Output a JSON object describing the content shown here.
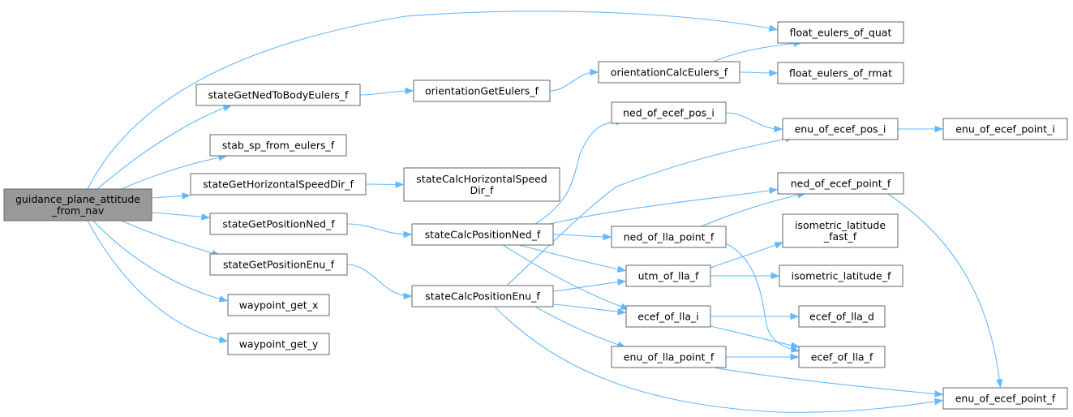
{
  "nodes": {
    "root": [
      "guidance_plane_attitude",
      "_from_nav"
    ],
    "float_eulers_of_quat": [
      "float_eulers_of_quat"
    ],
    "stateGetNedToBodyEulers_f": [
      "stateGetNedToBodyEulers_f"
    ],
    "orientationGetEulers_f": [
      "orientationGetEulers_f"
    ],
    "orientationCalcEulers_f": [
      "orientationCalcEulers_f"
    ],
    "float_eulers_of_rmat": [
      "float_eulers_of_rmat"
    ],
    "stab_sp_from_eulers_f": [
      "stab_sp_from_eulers_f"
    ],
    "ned_of_ecef_pos_i": [
      "ned_of_ecef_pos_i"
    ],
    "enu_of_ecef_pos_i": [
      "enu_of_ecef_pos_i"
    ],
    "enu_of_ecef_point_i": [
      "enu_of_ecef_point_i"
    ],
    "stateGetHorizontalSpeedDir_f": [
      "stateGetHorizontalSpeedDir_f"
    ],
    "stateCalcHorizontalSpeedDir_f": [
      "stateCalcHorizontalSpeed",
      "Dir_f"
    ],
    "ned_of_ecef_point_f": [
      "ned_of_ecef_point_f"
    ],
    "stateGetPositionNed_f": [
      "stateGetPositionNed_f"
    ],
    "isometric_latitude_fast_f": [
      "isometric_latitude",
      "_fast_f"
    ],
    "stateCalcPositionNed_f": [
      "stateCalcPositionNed_f"
    ],
    "ned_of_lla_point_f": [
      "ned_of_lla_point_f"
    ],
    "stateGetPositionEnu_f": [
      "stateGetPositionEnu_f"
    ],
    "utm_of_lla_f": [
      "utm_of_lla_f"
    ],
    "isometric_latitude_f": [
      "isometric_latitude_f"
    ],
    "stateCalcPositionEnu_f": [
      "stateCalcPositionEnu_f"
    ],
    "waypoint_get_x": [
      "waypoint_get_x"
    ],
    "ecef_of_lla_i": [
      "ecef_of_lla_i"
    ],
    "ecef_of_lla_d": [
      "ecef_of_lla_d"
    ],
    "waypoint_get_y": [
      "waypoint_get_y"
    ],
    "enu_of_lla_point_f": [
      "enu_of_lla_point_f"
    ],
    "ecef_of_lla_f": [
      "ecef_of_lla_f"
    ],
    "enu_of_ecef_point_f": [
      "enu_of_ecef_point_f"
    ]
  },
  "edges": [
    [
      "root",
      "float_eulers_of_quat"
    ],
    [
      "root",
      "stateGetNedToBodyEulers_f"
    ],
    [
      "root",
      "stab_sp_from_eulers_f"
    ],
    [
      "root",
      "stateGetHorizontalSpeedDir_f"
    ],
    [
      "root",
      "stateGetPositionNed_f"
    ],
    [
      "root",
      "stateGetPositionEnu_f"
    ],
    [
      "root",
      "waypoint_get_x"
    ],
    [
      "root",
      "waypoint_get_y"
    ],
    [
      "stateGetNedToBodyEulers_f",
      "orientationGetEulers_f"
    ],
    [
      "orientationGetEulers_f",
      "orientationCalcEulers_f"
    ],
    [
      "orientationCalcEulers_f",
      "float_eulers_of_quat"
    ],
    [
      "orientationCalcEulers_f",
      "float_eulers_of_rmat"
    ],
    [
      "stateGetHorizontalSpeedDir_f",
      "stateCalcHorizontalSpeedDir_f"
    ],
    [
      "stateGetPositionNed_f",
      "stateCalcPositionNed_f"
    ],
    [
      "stateGetPositionEnu_f",
      "stateCalcPositionEnu_f"
    ],
    [
      "stateCalcPositionNed_f",
      "ned_of_ecef_pos_i"
    ],
    [
      "stateCalcPositionNed_f",
      "ned_of_ecef_point_f"
    ],
    [
      "stateCalcPositionNed_f",
      "ned_of_lla_point_f"
    ],
    [
      "stateCalcPositionNed_f",
      "utm_of_lla_f"
    ],
    [
      "stateCalcPositionNed_f",
      "ecef_of_lla_i"
    ],
    [
      "stateCalcPositionEnu_f",
      "enu_of_ecef_pos_i"
    ],
    [
      "stateCalcPositionEnu_f",
      "utm_of_lla_f"
    ],
    [
      "stateCalcPositionEnu_f",
      "ecef_of_lla_i"
    ],
    [
      "stateCalcPositionEnu_f",
      "enu_of_lla_point_f"
    ],
    [
      "stateCalcPositionEnu_f",
      "enu_of_ecef_point_f"
    ],
    [
      "ned_of_ecef_pos_i",
      "enu_of_ecef_pos_i"
    ],
    [
      "enu_of_ecef_pos_i",
      "enu_of_ecef_point_i"
    ],
    [
      "ned_of_ecef_point_f",
      "enu_of_ecef_point_f"
    ],
    [
      "ned_of_lla_point_f",
      "ned_of_ecef_point_f"
    ],
    [
      "ned_of_lla_point_f",
      "ecef_of_lla_f"
    ],
    [
      "utm_of_lla_f",
      "isometric_latitude_fast_f"
    ],
    [
      "utm_of_lla_f",
      "isometric_latitude_f"
    ],
    [
      "ecef_of_lla_i",
      "ecef_of_lla_d"
    ],
    [
      "ecef_of_lla_i",
      "ecef_of_lla_f"
    ],
    [
      "enu_of_lla_point_f",
      "ecef_of_lla_f"
    ],
    [
      "enu_of_lla_point_f",
      "enu_of_ecef_point_f"
    ]
  ]
}
